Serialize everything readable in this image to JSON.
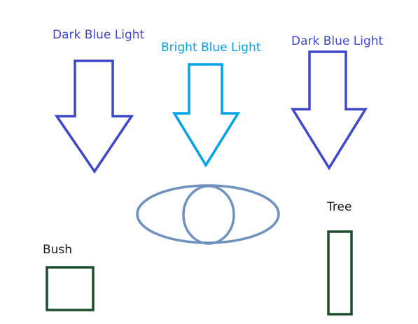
{
  "labels": {
    "left_light": "Dark Blue Light",
    "center_light": "Bright Blue Light",
    "right_light": "Dark Blue Light",
    "tree": "Tree",
    "bush": "Bush"
  },
  "colors": {
    "dark_blue": "#3f48cc",
    "bright_blue": "#00a2e8",
    "eye": "#7092be",
    "green": "#1e4d2b",
    "text_dark": "#1a1a1a",
    "background": "#ffffff"
  },
  "icons": {
    "arrows": "down-arrow-outline",
    "eye": "eye-outline",
    "tree": "rectangle-outline",
    "bush": "square-outline"
  }
}
